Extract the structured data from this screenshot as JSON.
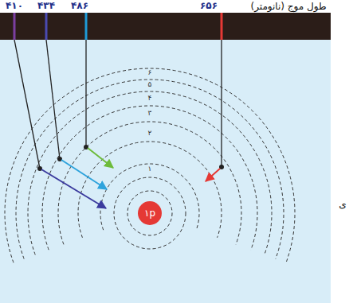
{
  "diagram": {
    "nodes": [
      {
        "text": [
          "۱p"
        ]
      }
    ],
    "labels": [
      "۴۱۰",
      "۴۳۴",
      "۴۸۶",
      "۶۵۶",
      "طول موج (نانومتر)",
      "۶",
      "۵",
      "۴",
      "۳",
      "۲",
      "۱",
      "ی"
    ]
  }
}
